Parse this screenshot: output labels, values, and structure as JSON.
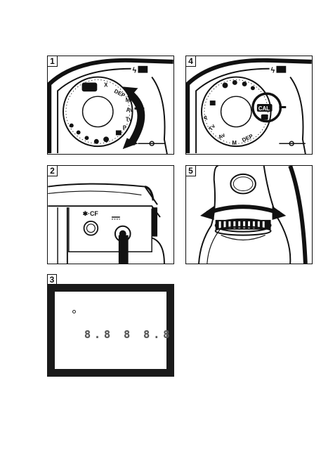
{
  "panels": [
    {
      "number": "1"
    },
    {
      "number": "2"
    },
    {
      "number": "3"
    },
    {
      "number": "4"
    },
    {
      "number": "5"
    }
  ],
  "dial_labels": {
    "x": "X",
    "dep": "DEP",
    "m": "M",
    "av": "Av",
    "tv": "Tv",
    "p": "P",
    "cal": "CAL"
  },
  "control_labels": {
    "cf_button": "✱·CF"
  },
  "lcd": {
    "display_text": "8.8 8 8.8"
  },
  "colors": {
    "ink": "#111111",
    "lcd_frame": "#1a1a1a"
  }
}
